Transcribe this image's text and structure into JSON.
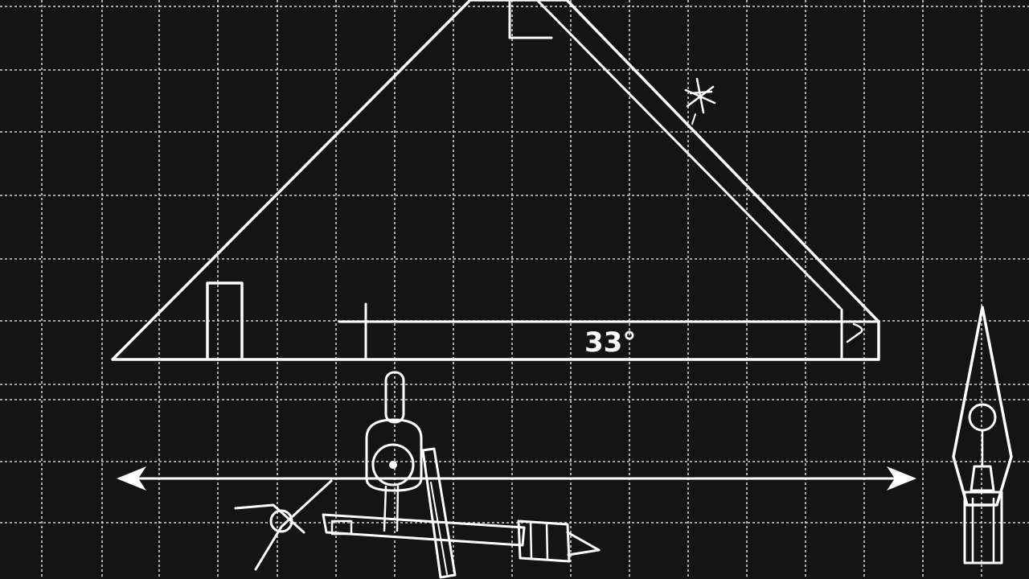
{
  "diagram": {
    "angle_label": "33°",
    "colors": {
      "background": "#141414",
      "ink": "#ffffff",
      "grid": "#f2f2f2"
    },
    "grid": "on",
    "decorations": [
      "right-angle-marker-top",
      "rectangle-marker-left",
      "right-angle-marker-right",
      "star-icon",
      "double-arrow",
      "drafting-compass-icon",
      "pen-nib-icon"
    ]
  }
}
